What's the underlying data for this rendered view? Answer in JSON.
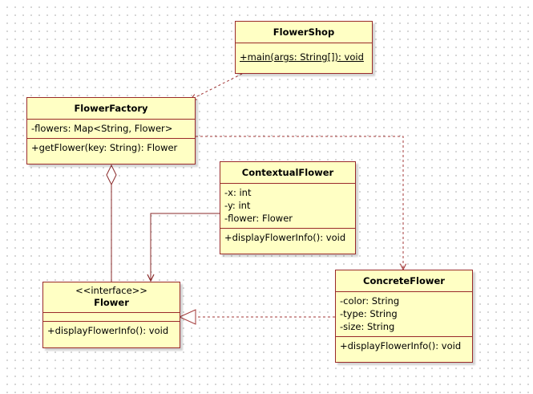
{
  "diagram": {
    "classes": {
      "flower_shop": {
        "name": "FlowerShop",
        "attributes": [],
        "operations": [
          "+main(args: String[]): void"
        ],
        "static_operations": [
          0
        ]
      },
      "flower_factory": {
        "name": "FlowerFactory",
        "attributes": [
          "-flowers: Map<String, Flower>"
        ],
        "operations": [
          "+getFlower(key: String): Flower"
        ]
      },
      "contextual_flower": {
        "name": "ContextualFlower",
        "attributes": [
          "-x: int",
          "-y: int",
          "-flower: Flower"
        ],
        "operations": [
          "+displayFlowerInfo(): void"
        ]
      },
      "flower": {
        "stereotype": "<<interface>>",
        "name": "Flower",
        "attributes": [],
        "operations": [
          "+displayFlowerInfo(): void"
        ]
      },
      "concrete_flower": {
        "name": "ConcreteFlower",
        "attributes": [
          "-color: String",
          "-type: String",
          "-size: String"
        ],
        "operations": [
          "+displayFlowerInfo(): void"
        ]
      }
    },
    "relationships": [
      {
        "type": "dependency",
        "from": "flower_shop",
        "to": "flower_factory"
      },
      {
        "type": "dependency",
        "from": "flower_factory",
        "to": "concrete_flower"
      },
      {
        "type": "aggregation",
        "from": "flower_factory",
        "to": "flower"
      },
      {
        "type": "association",
        "from": "contextual_flower",
        "to": "flower"
      },
      {
        "type": "realization",
        "from": "concrete_flower",
        "to": "flower"
      }
    ],
    "colors": {
      "class_fill": "#ffffc4",
      "class_border": "#9a2a2a",
      "dependency_line": "#a33a3a",
      "association_line": "#8a2a2a"
    }
  }
}
